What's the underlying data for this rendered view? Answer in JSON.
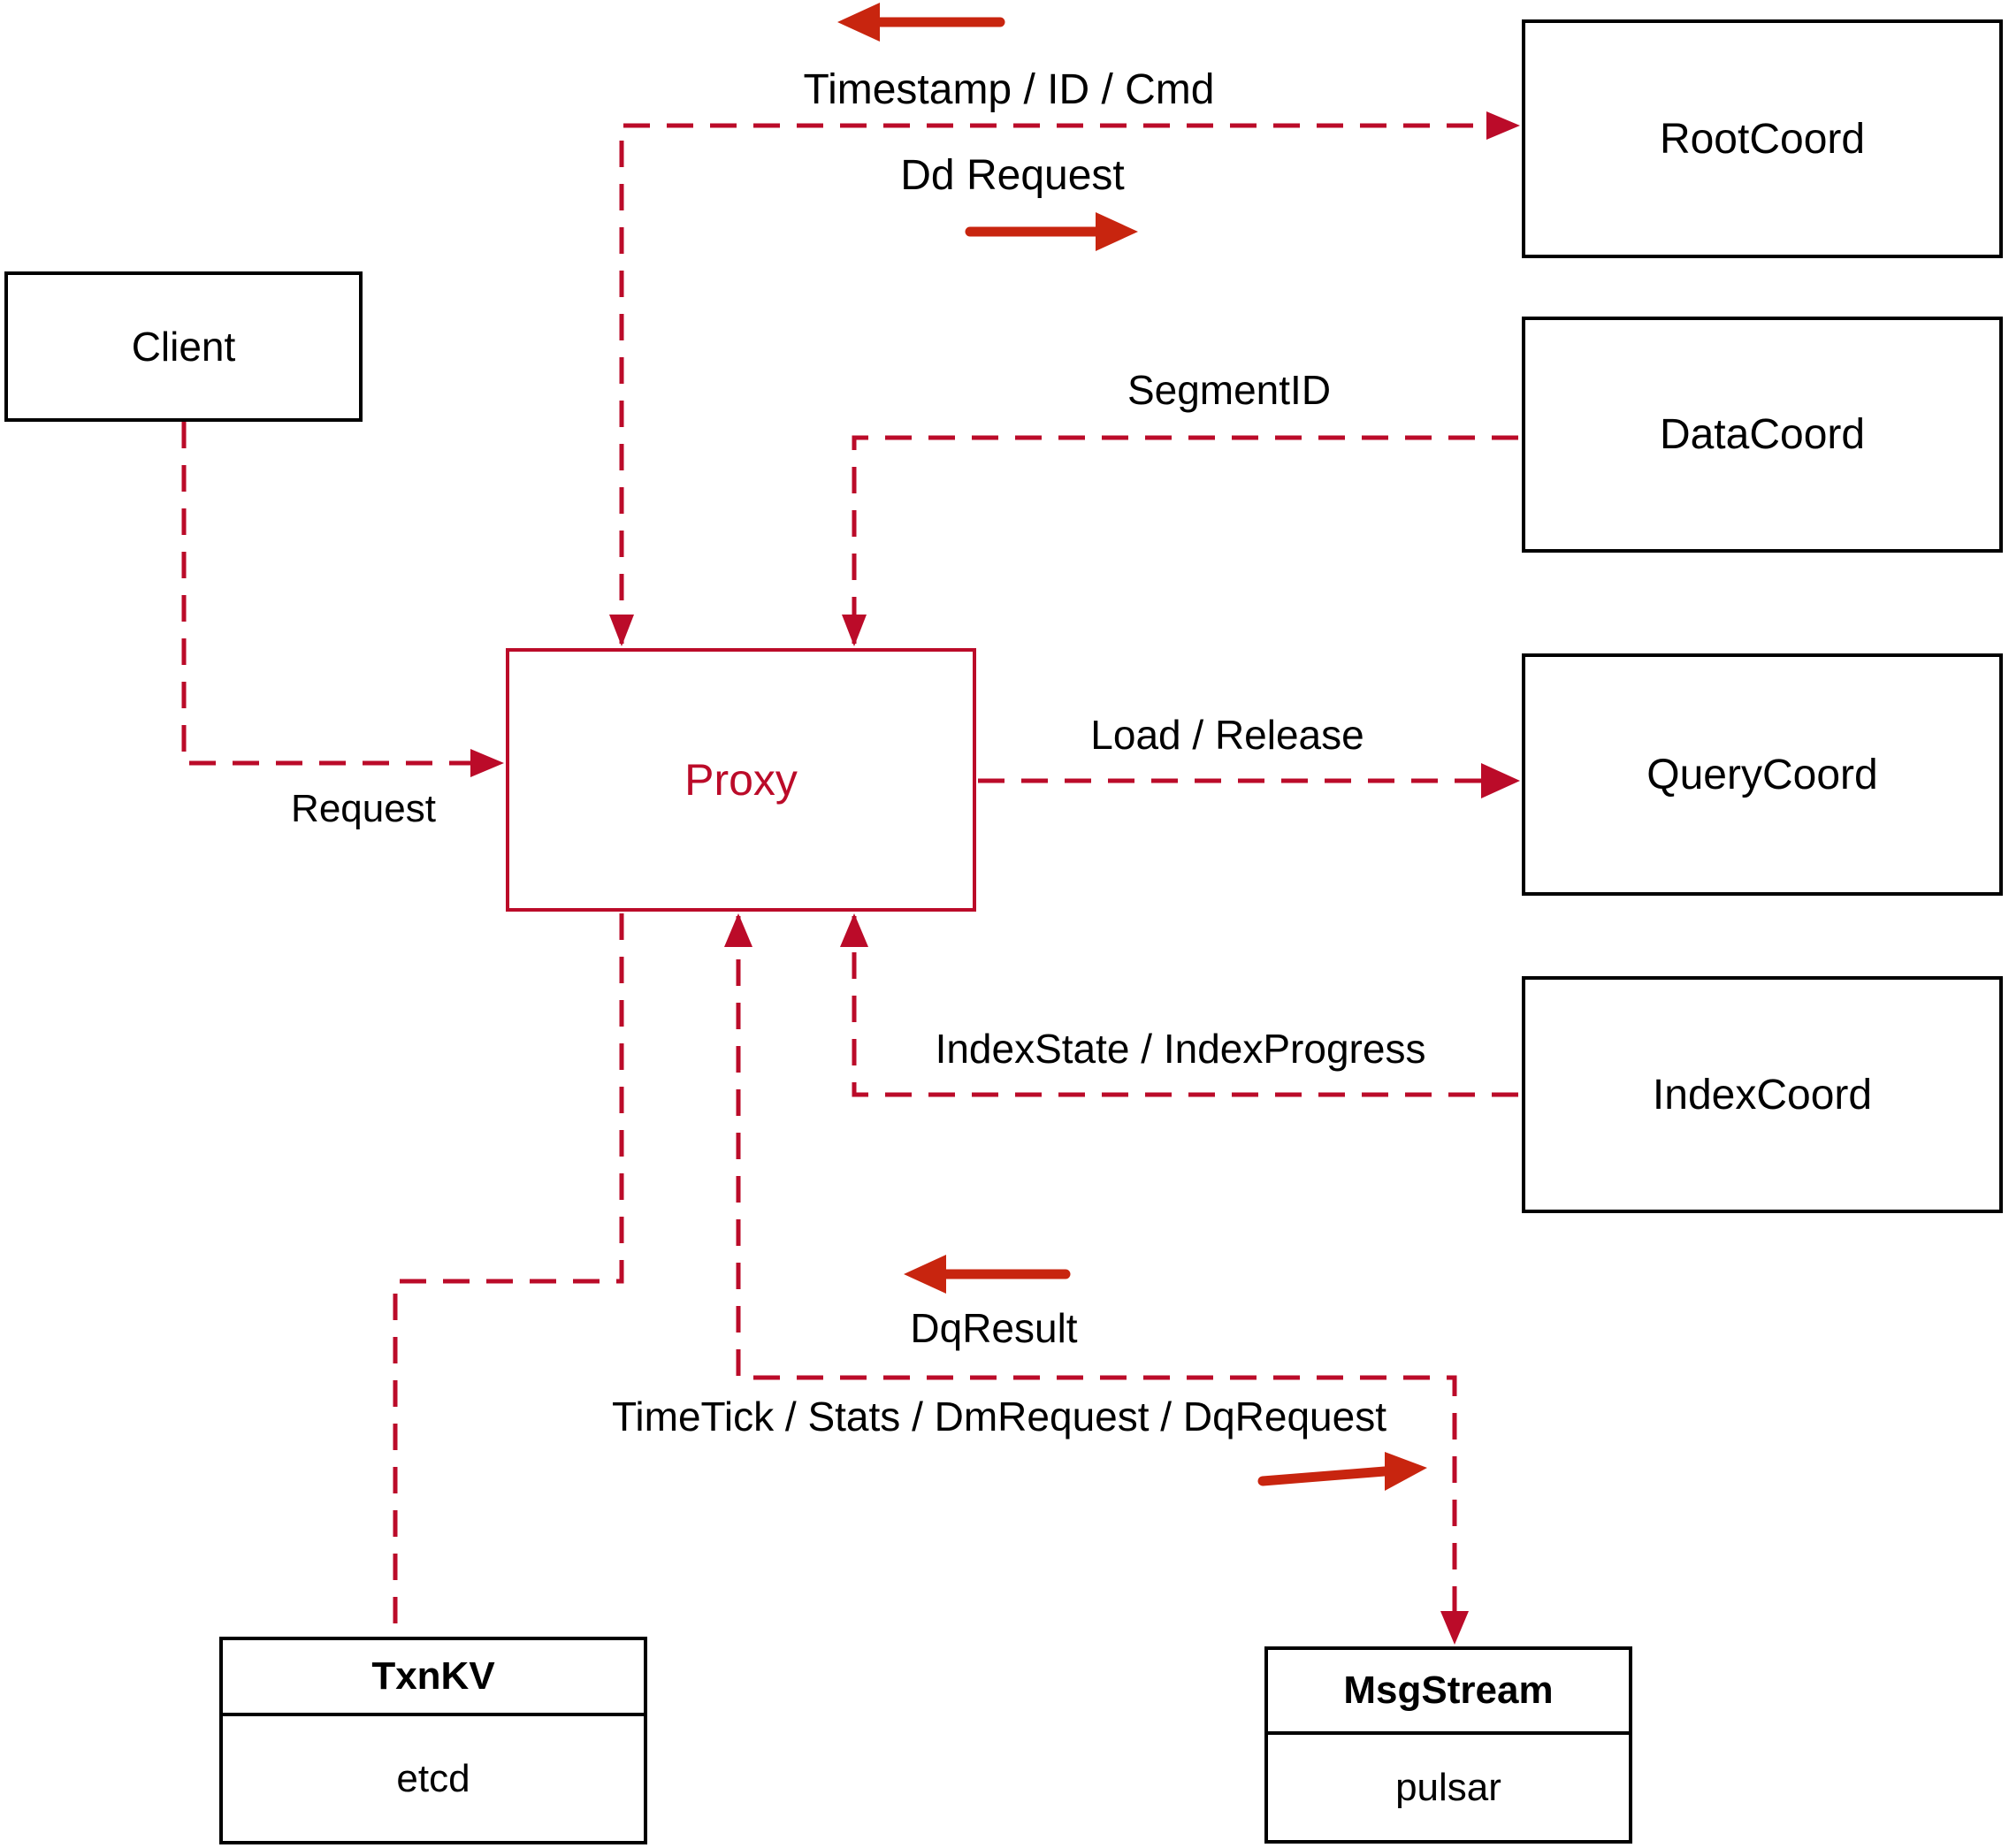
{
  "diagram": {
    "nodes": {
      "client": {
        "label": "Client"
      },
      "proxy": {
        "label": "Proxy"
      },
      "rootcoord": {
        "label": "RootCoord"
      },
      "datacoord": {
        "label": "DataCoord"
      },
      "querycoord": {
        "label": "QueryCoord"
      },
      "indexcoord": {
        "label": "IndexCoord"
      },
      "txnkv": {
        "title": "TxnKV",
        "subtitle": "etcd"
      },
      "msgstream": {
        "title": "MsgStream",
        "subtitle": "pulsar"
      }
    },
    "edge_labels": {
      "timestamp_id_cmd": "Timestamp / ID / Cmd",
      "dd_request": "Dd Request",
      "segment_id": "SegmentID",
      "load_release": "Load / Release",
      "index_state": "IndexState / IndexProgress",
      "dq_result": "DqResult",
      "timetick": "TimeTick / Stats / DmRequest / DqRequest",
      "request": "Request"
    },
    "colors": {
      "line_red": "#bb0b29",
      "arrow_red": "#c8250f",
      "box_border": "#000000",
      "text": "#000000",
      "background": "#ffffff"
    }
  }
}
